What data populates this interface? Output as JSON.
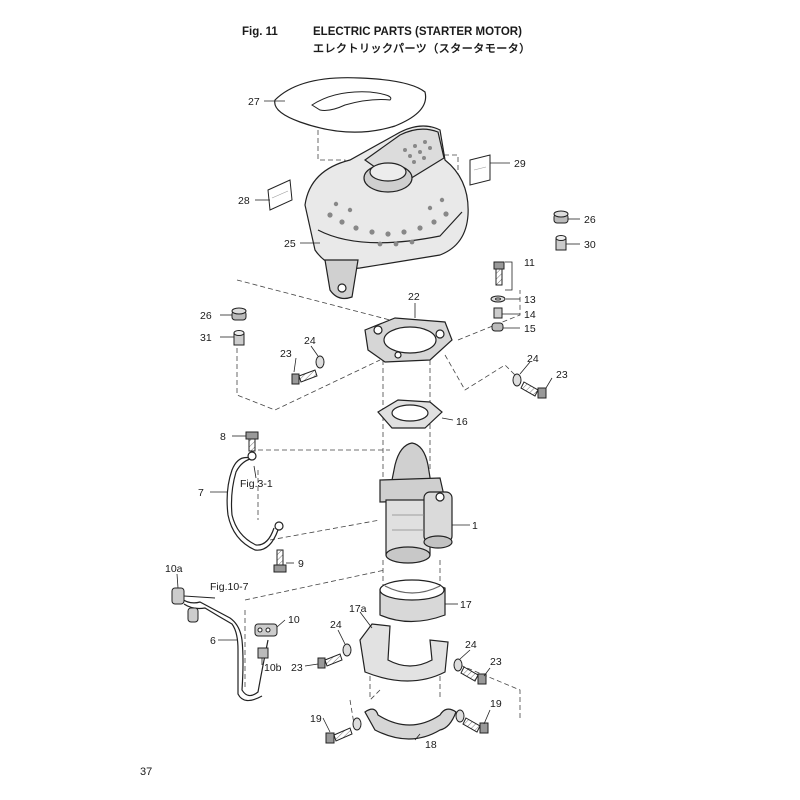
{
  "header": {
    "fig_label": "Fig. 11",
    "title_en": "ELECTRIC PARTS (STARTER MOTOR)",
    "title_jp": "エレクトリックパーツ（スタータモータ）"
  },
  "page_number": "37",
  "callouts": {
    "p1": "1",
    "p7": "7",
    "p8": "8",
    "p9": "9",
    "p10": "10",
    "p10a": "10a",
    "p10b": "10b",
    "p11": "11",
    "p13": "13",
    "p14": "14",
    "p15": "15",
    "p16": "16",
    "p17": "17",
    "p17a": "17a",
    "p18": "18",
    "p19a": "19",
    "p19b": "19",
    "p22": "22",
    "p23a": "23",
    "p23b": "23",
    "p23c": "23",
    "p24a": "24",
    "p24b": "24",
    "p24c": "24",
    "p24d": "24",
    "p25": "25",
    "p26a": "26",
    "p26b": "26",
    "p27": "27",
    "p28": "28",
    "p29": "29",
    "p30": "30",
    "p31": "31",
    "p6": "6"
  },
  "references": {
    "fig3": "Fig.3-1",
    "fig10": "Fig.10-7"
  }
}
